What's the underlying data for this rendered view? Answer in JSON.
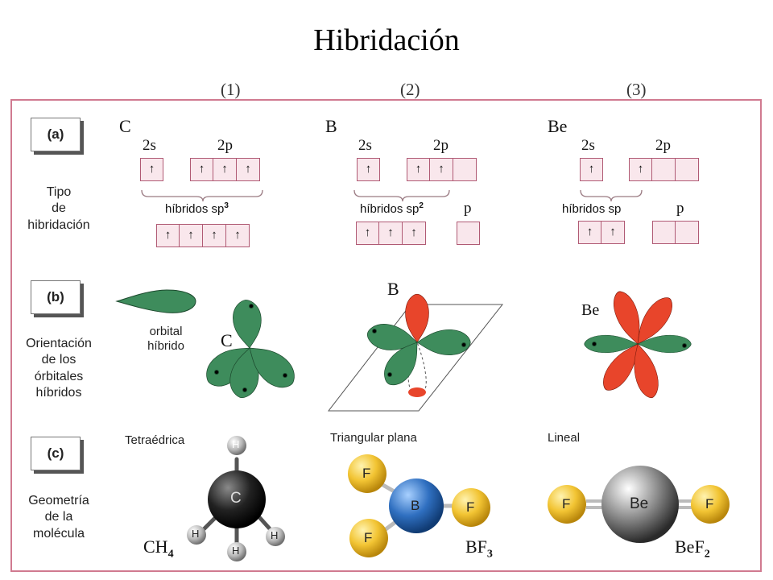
{
  "title": "Hibridación",
  "columns": [
    "(1)",
    "(2)",
    "(3)"
  ],
  "rows": {
    "a": {
      "tag": "(a)",
      "label": "Tipo de hibridación"
    },
    "b": {
      "tag": "(b)",
      "label": "Orientación de los órbitales híbridos"
    },
    "c": {
      "tag": "(c)",
      "label": "Geometría de la molécula"
    }
  },
  "row_a_label_lines": [
    "Tipo",
    "de",
    "hibridación"
  ],
  "row_b_label_lines": [
    "Orientación",
    "de los",
    "órbitales",
    "híbridos"
  ],
  "row_c_label_lines": [
    "Geometría",
    "de la",
    "molécula"
  ],
  "cols": [
    {
      "element": "C",
      "s_label": "2s",
      "p_label": "2p",
      "s_boxes": [
        "↑"
      ],
      "p_boxes": [
        "↑",
        "↑",
        "↑"
      ],
      "hybrid_label": "híbridos sp",
      "hybrid_sup": "3",
      "p_left": "",
      "hybrid_boxes": [
        "↑",
        "↑",
        "↑",
        "↑"
      ],
      "p_left_boxes": []
    },
    {
      "element": "B",
      "s_label": "2s",
      "p_label": "2p",
      "s_boxes": [
        "↑"
      ],
      "p_boxes": [
        "↑",
        "↑",
        ""
      ],
      "hybrid_label": "híbridos sp",
      "hybrid_sup": "2",
      "p_left": "p",
      "hybrid_boxes": [
        "↑",
        "↑",
        "↑"
      ],
      "p_left_boxes": [
        ""
      ]
    },
    {
      "element": "Be",
      "s_label": "2s",
      "p_label": "2p",
      "s_boxes": [
        "↑"
      ],
      "p_boxes": [
        "↑",
        "",
        ""
      ],
      "hybrid_label": "híbridos sp",
      "hybrid_sup": "",
      "p_left": "p",
      "hybrid_boxes": [
        "↑",
        "↑"
      ],
      "p_left_boxes": [
        "",
        ""
      ]
    }
  ],
  "orientation": {
    "orbital_caption_lines": [
      "orbital",
      "híbrido"
    ],
    "atoms": [
      "C",
      "B",
      "Be"
    ]
  },
  "geometry": {
    "names": [
      "Tetraédrica",
      "Triangular plana",
      "Lineal"
    ],
    "ch4": {
      "center": "C",
      "ligand": "H",
      "formula_main": "CH",
      "formula_sub": "4"
    },
    "bf3": {
      "center": "B",
      "ligand": "F",
      "formula_main": "BF",
      "formula_sub": "3"
    },
    "bef2": {
      "center": "Be",
      "ligand": "F",
      "formula_main": "BeF",
      "formula_sub": "2"
    }
  },
  "colors": {
    "frame": "#d07a90",
    "box_fill": "#f9e7ec",
    "orbital_green": "#3e8c5c",
    "orbital_red": "#e8452b",
    "h_atom": "#b9b9b9",
    "f_atom": "#f2c433",
    "b_atom": "#2f6fc0",
    "c_atom": "#1b1b1b",
    "be_atom": "#8a8a8a"
  }
}
